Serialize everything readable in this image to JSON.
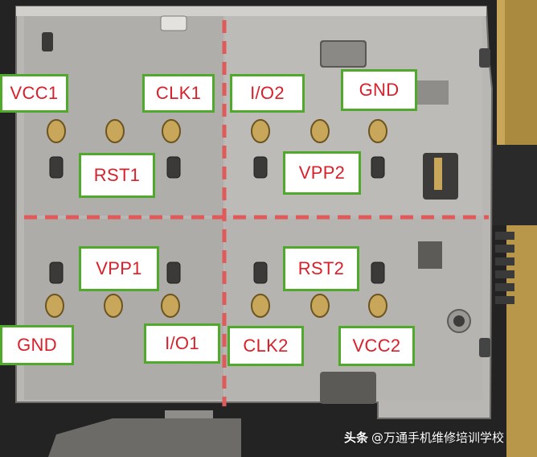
{
  "photo": {
    "subject": "SIM card slot contacts",
    "colors": {
      "metal": "#b9b7b4",
      "metal_dark": "#8f8d8a",
      "gold": "#c9a75a",
      "frame": "#2b2b2b",
      "divider": "#e05a5a",
      "label_border": "#4faa2c",
      "label_text": "#d9202a"
    }
  },
  "pins": {
    "vcc1": "VCC1",
    "clk1": "CLK1",
    "io2": "I/O2",
    "gnd_top": "GND",
    "rst1": "RST1",
    "vpp2": "VPP2",
    "vpp1": "VPP1",
    "rst2": "RST2",
    "gnd_bottom": "GND",
    "io1": "I/O1",
    "clk2": "CLK2",
    "vcc2": "VCC2"
  },
  "watermark": {
    "logo": "头条",
    "text": "@万通手机维修培训学校"
  }
}
